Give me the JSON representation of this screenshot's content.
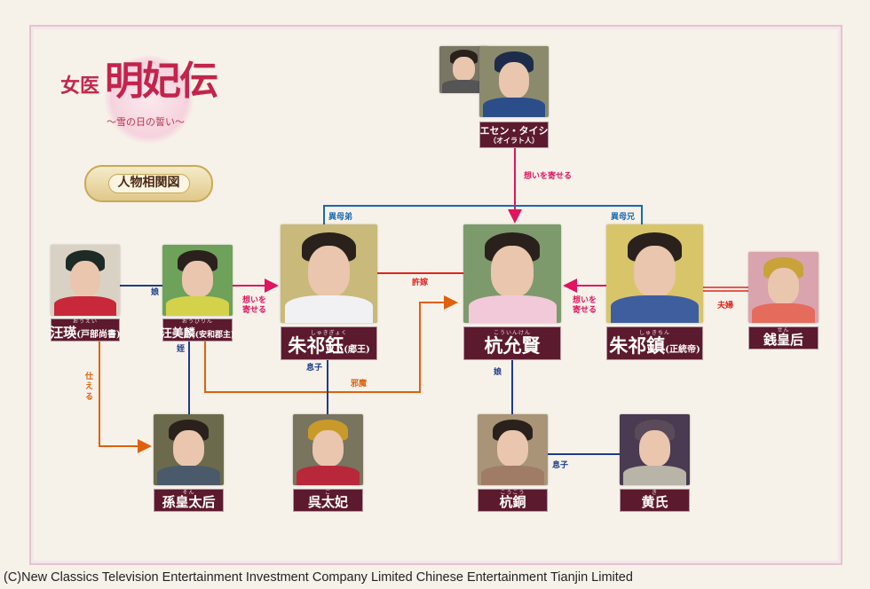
{
  "logo": {
    "prefix": "女医",
    "title": "明妃伝",
    "subtitle": "〜雪の日の誓い〜"
  },
  "badge": "人物相関図",
  "characters": {
    "esen": {
      "name": "エセン・タイシ",
      "sub": "（オイラト人）"
    },
    "wangying": {
      "ruby": "おうえい",
      "name": "汪瑛",
      "sub": "(戸部尚書)"
    },
    "wangmeilin": {
      "ruby": "おうびりん",
      "name": "汪美麟",
      "sub": "(安和郡主)"
    },
    "zhuqiyu": {
      "ruby": "しゅきぎょく",
      "name": "朱祁鈺",
      "sub": "(郕王)"
    },
    "hangyunxian": {
      "ruby": "こういんけん",
      "name": "杭允賢",
      "sub": ""
    },
    "zhuqizhen": {
      "ruby": "しゅきちん",
      "name": "朱祁鎮",
      "sub": "(正統帝)"
    },
    "qian": {
      "ruby": "せん",
      "name": "銭皇后"
    },
    "sun": {
      "ruby": "そん",
      "name": "孫皇太后"
    },
    "wu": {
      "ruby": "ご",
      "name": "呉太妃"
    },
    "hangtong": {
      "ruby": "こうこう",
      "name": "杭銅"
    },
    "huang": {
      "ruby": "き",
      "name": "黄氏"
    }
  },
  "relations": {
    "esen_to_hang": "想いを寄せる",
    "half_brother_younger": "異母弟",
    "half_brother_elder": "異母兄",
    "wangying_wangmeilin": "娘",
    "wangmeilin_to_zhuqiyu": "想いを\n寄せる",
    "fiance": "許嫁",
    "zhuqizhen_to_hang": "想いを\n寄せる",
    "spouses": "夫婦",
    "serves": "仕\nえ\nる",
    "niece": "姪",
    "obstruct": "邪魔",
    "zhuqiyu_son": "息子",
    "hang_daughter": "娘",
    "hangtong_son": "息子"
  },
  "colors": {
    "label_bg": "#5c1a2e",
    "blue": "#1f3b8a",
    "sky": "#1769b0",
    "pink": "#e0145f",
    "red": "#e0241e",
    "orange": "#e0600d"
  },
  "footer": "(C)New Classics Television Entertainment Investment Company Limited Chinese Entertainment Tianjin Limited"
}
